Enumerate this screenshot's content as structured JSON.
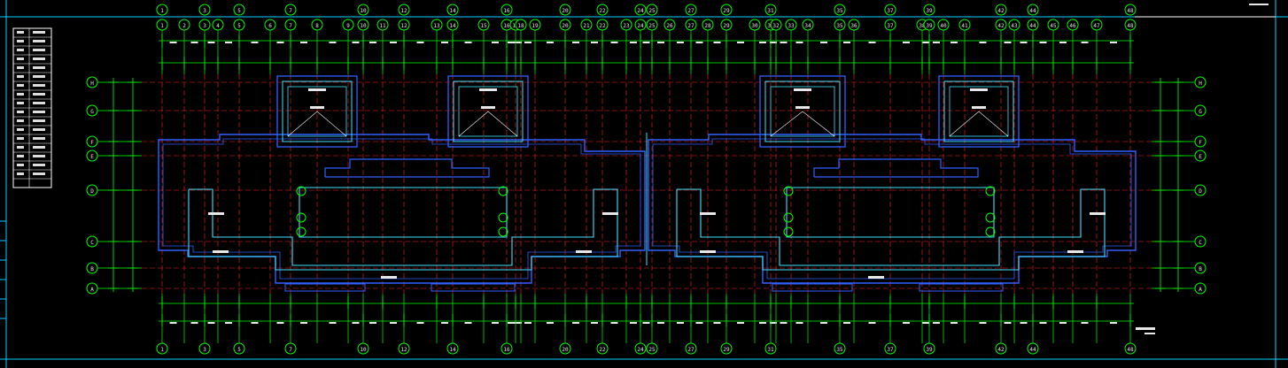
{
  "drawing": {
    "background": "#000000",
    "colors": {
      "axis_line": "#ff2020",
      "dimension": "#00ff00",
      "bubble": "#00ff00",
      "wall_outer": "#3060ff",
      "wall_inner": "#40e0ff",
      "frame": "#00d0ff",
      "text": "#e8e8e8"
    },
    "top_axis_labels_outer": [
      "1",
      "3",
      "5",
      "7",
      "10",
      "12",
      "14",
      "16",
      "20",
      "22",
      "24",
      "25",
      "27",
      "29",
      "31",
      "35",
      "37",
      "39",
      "42",
      "44",
      "48"
    ],
    "top_axis_labels_inner": [
      "1",
      "2",
      "3",
      "4",
      "5",
      "6",
      "7",
      "8",
      "9",
      "10",
      "11",
      "12",
      "13",
      "14",
      "15",
      "16",
      "17",
      "18",
      "19",
      "20",
      "21",
      "22",
      "23",
      "24",
      "25",
      "26",
      "27",
      "28",
      "29",
      "30",
      "31",
      "32",
      "33",
      "34",
      "35",
      "36",
      "37",
      "38",
      "39",
      "40",
      "41",
      "42",
      "43",
      "44",
      "45",
      "46",
      "47",
      "48"
    ],
    "bottom_axis_labels": [
      "1",
      "3",
      "5",
      "7",
      "10",
      "12",
      "14",
      "16",
      "20",
      "22",
      "24",
      "25",
      "27",
      "29",
      "31",
      "35",
      "37",
      "39",
      "42",
      "44",
      "48"
    ],
    "row_axis_labels": [
      "H",
      "G",
      "F",
      "E",
      "D",
      "C",
      "B",
      "A"
    ],
    "left_table": {
      "title": "",
      "rows": 18
    },
    "plan_title": "",
    "scale_note": ""
  }
}
